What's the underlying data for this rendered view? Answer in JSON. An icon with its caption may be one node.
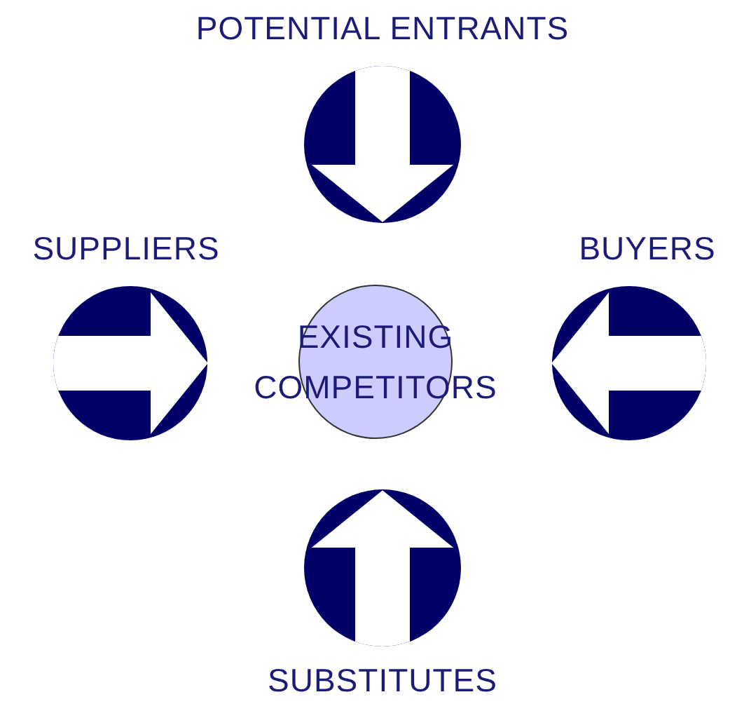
{
  "diagram": {
    "nodes": [
      {
        "text": [
          "POTENTIAL ENTRANTS"
        ]
      },
      {
        "text": [
          "SUPPLIERS"
        ]
      },
      {
        "text": [
          "EXISTING COMPETITORS"
        ]
      },
      {
        "text": [
          "BUYERS"
        ]
      },
      {
        "text": [
          "SUBSTITUTES"
        ]
      }
    ]
  }
}
